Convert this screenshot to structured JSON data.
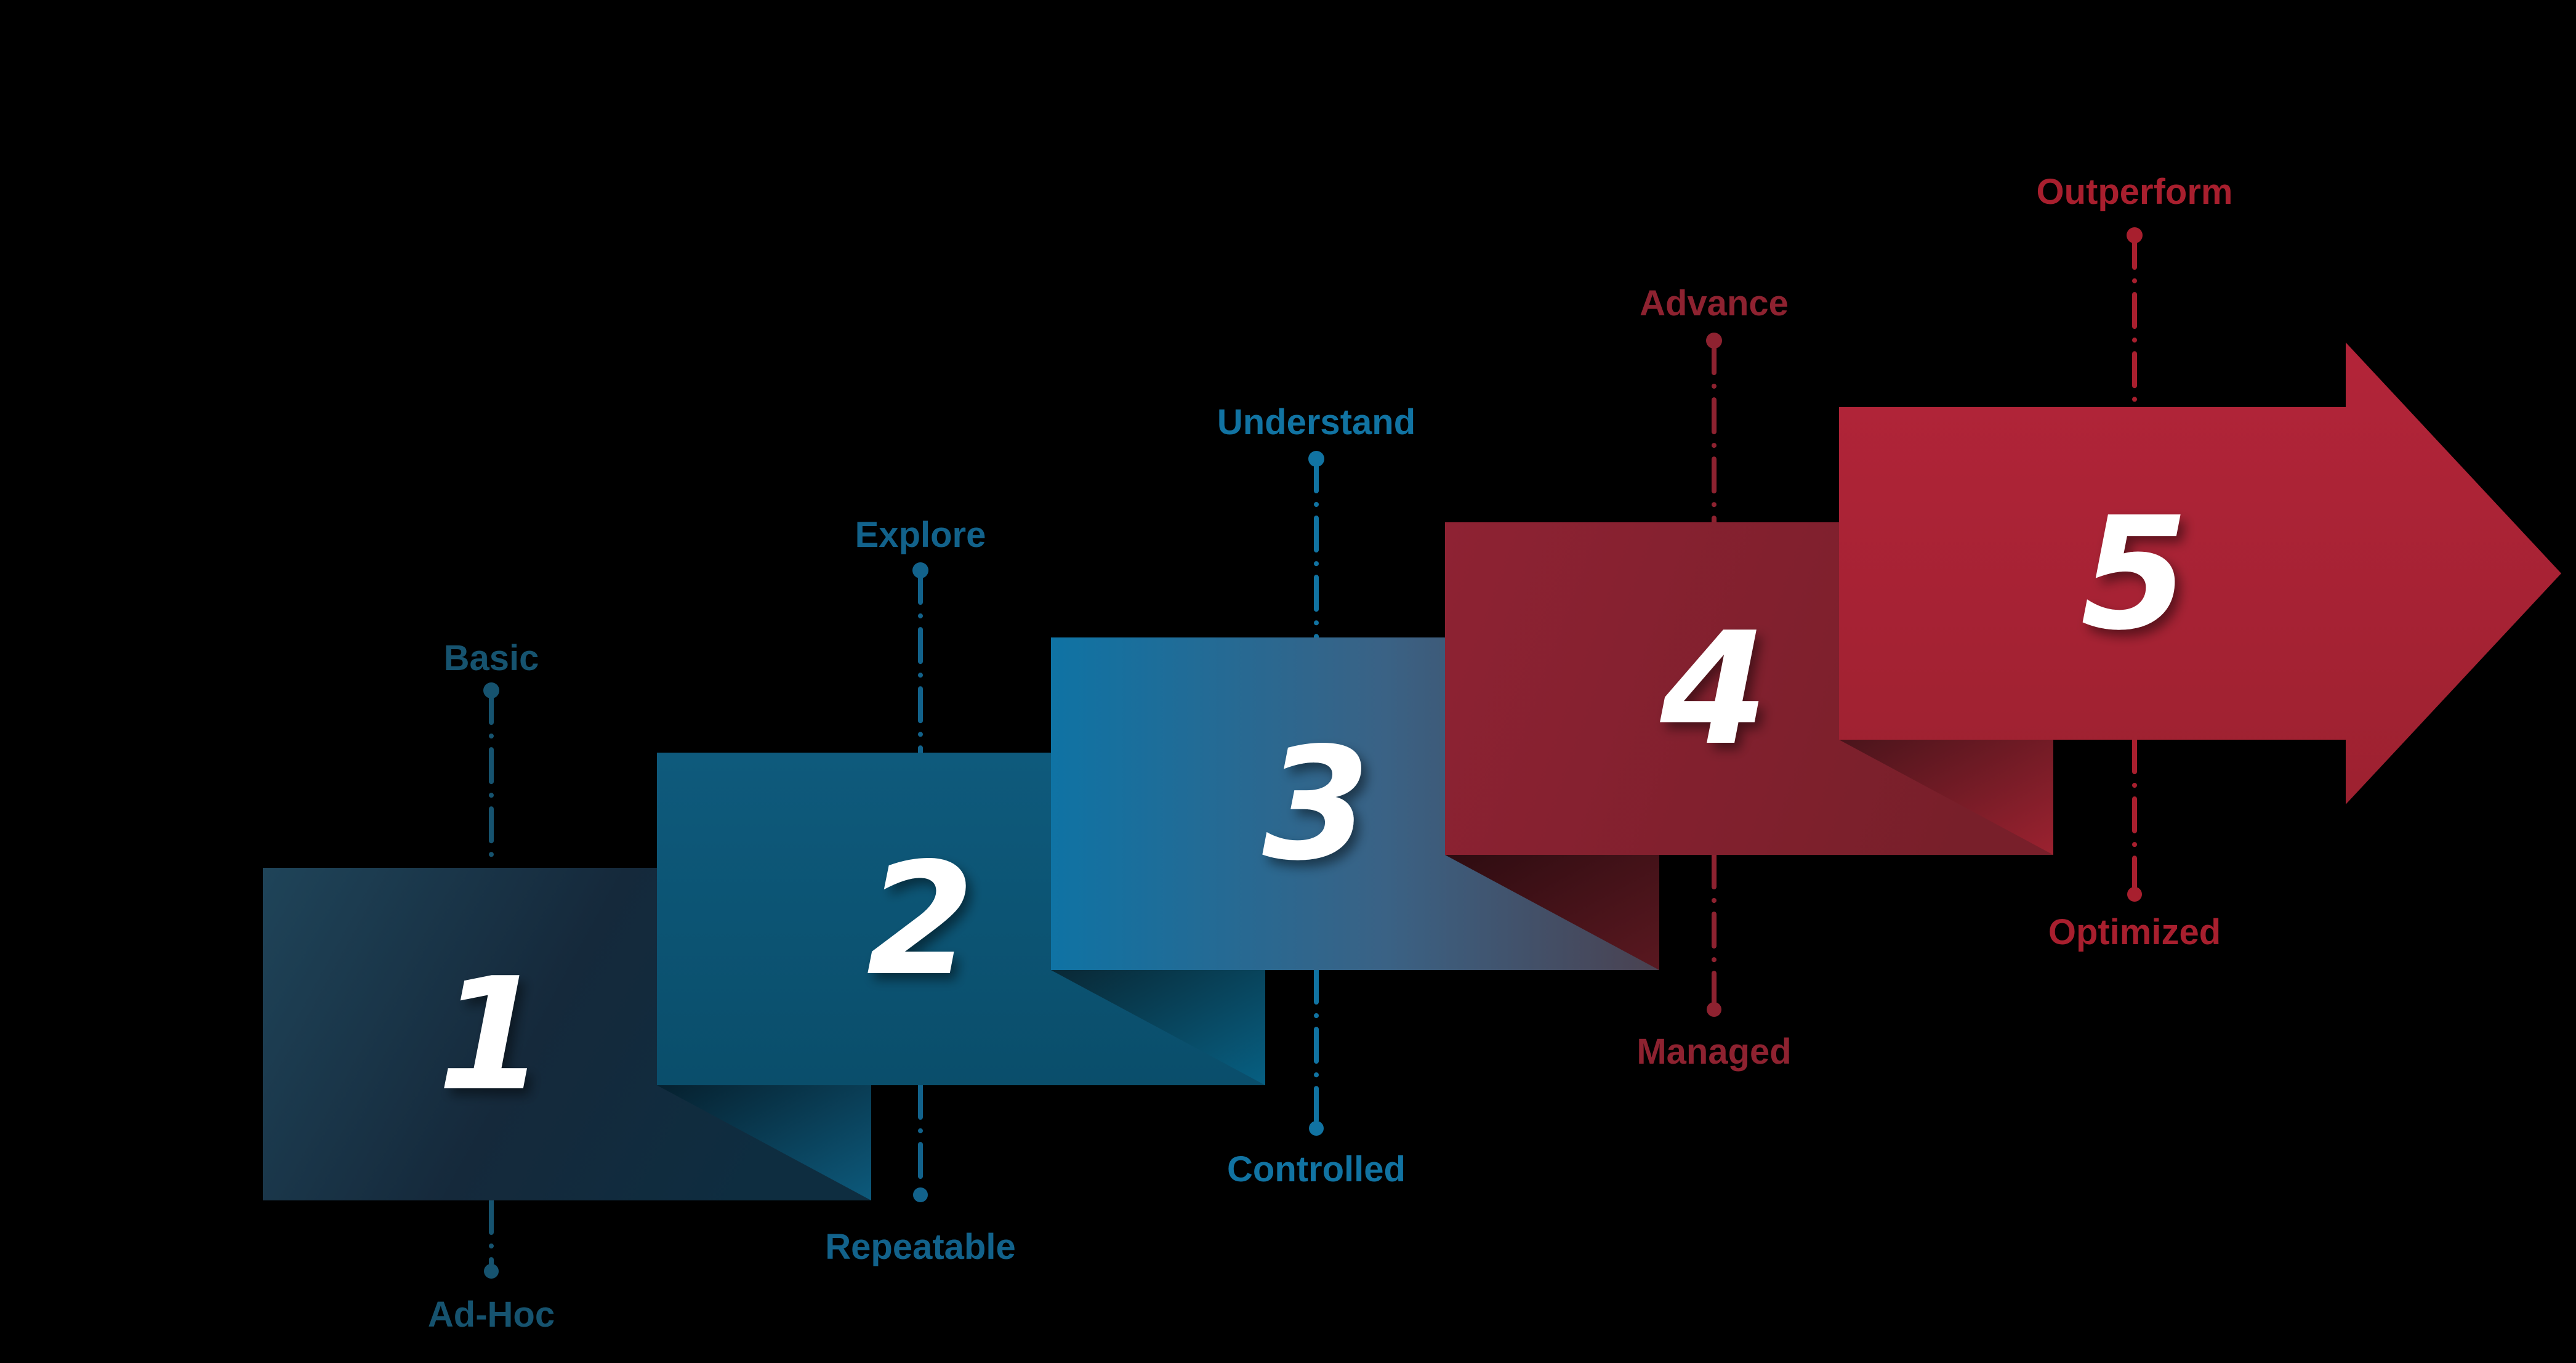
{
  "diagram": {
    "background": "#000000",
    "number_color": "#ffffff",
    "step_count": 5,
    "steps": [
      {
        "number": "1",
        "top_label": "Basic",
        "bottom_label": "Ad-Hoc",
        "accent": "#16536f",
        "box_color_start": "#1f4459",
        "box_color_end": "#0e2d40",
        "fold_color_start": "",
        "fold_color_end": ""
      },
      {
        "number": "2",
        "top_label": "Explore",
        "bottom_label": "Repeatable",
        "accent": "#12628b",
        "box_color_start": "#0e5a7c",
        "box_color_end": "#0a4e6b",
        "fold_color_start": "#06202e",
        "fold_color_end": "#0d5a7c"
      },
      {
        "number": "3",
        "top_label": "Understand",
        "bottom_label": "Controlled",
        "accent": "#1173a2",
        "box_color_start": "#0f73a4",
        "box_color_mid": "#3a6285",
        "box_color_end": "#4a4150",
        "fold_color_start": "#092835",
        "fold_color_end": "#076083"
      },
      {
        "number": "4",
        "top_label": "Advance",
        "bottom_label": "Managed",
        "accent": "#8e2230",
        "box_color_start": "#8e2233",
        "box_color_end": "#781f2a",
        "fold_color_start": "#2e0c11",
        "fold_color_end": "#5a1820"
      },
      {
        "number": "5",
        "top_label": "Outperform",
        "bottom_label": "Optimized",
        "accent": "#a81f2e",
        "box_color_start": "#b32439",
        "box_color_end": "#9d2130",
        "fold_color_start": "#4a141b",
        "fold_color_end": "#9c2230"
      }
    ]
  }
}
